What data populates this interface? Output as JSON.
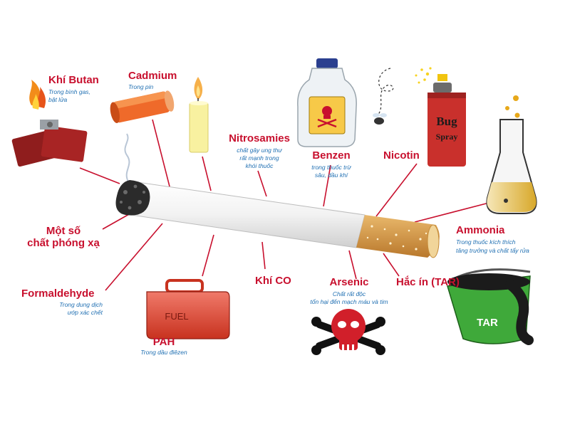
{
  "colors": {
    "label": "#c8102e",
    "caption": "#1f6fb2",
    "line": "#c8102e",
    "filter": "#d89a4a",
    "paper": "#f4f4f4"
  },
  "substances": {
    "butan": {
      "name": "Khí Butan",
      "note_lines": [
        "Trong bình gas,",
        "bật lửa"
      ],
      "icon": "lighter-icon"
    },
    "cadmium": {
      "name": "Cadmium",
      "note": "Trong pin",
      "icon": "battery-icon"
    },
    "candle": {
      "icon": "candle-icon"
    },
    "nitrosamies": {
      "name": "Nitrosamies",
      "note_lines": [
        "chất gây ung thư",
        "rất mạnh trong",
        "khói thuốc"
      ]
    },
    "benzen": {
      "name": "Benzen",
      "note_lines": [
        "trong thuốc trừ",
        "sâu, dầu khí"
      ],
      "icon": "poison-bottle-icon"
    },
    "nicotin": {
      "name": "Nicotin",
      "icon": "bug-spray-icon",
      "can_text": [
        "Bug",
        "Spray"
      ]
    },
    "ammonia": {
      "name": "Ammonia",
      "note_lines": [
        "Trong thuốc kích thích",
        "tăng trưởng và chất tẩy rửa"
      ],
      "icon": "flask-icon"
    },
    "radioactive": {
      "name_lines": [
        "Một số",
        "chất phóng xạ"
      ]
    },
    "formaldehyde": {
      "name": "Formaldehyde",
      "note_lines": [
        "Trong dung dịch",
        "ướp xác chết"
      ]
    },
    "pah": {
      "name": "PAH",
      "note": "Trong dầu điêzen",
      "icon": "fuel-can-icon",
      "can_text": "FUEL"
    },
    "co": {
      "name": "Khí CO"
    },
    "arsenic": {
      "name": "Arsenic",
      "note_lines": [
        "Chất rất độc",
        "tổn hại đến mạch máu và tim"
      ],
      "icon": "skull-icon"
    },
    "tar": {
      "name": "Hắc ín (TAR)",
      "icon": "tar-bucket-icon",
      "can_text": "TAR"
    }
  }
}
